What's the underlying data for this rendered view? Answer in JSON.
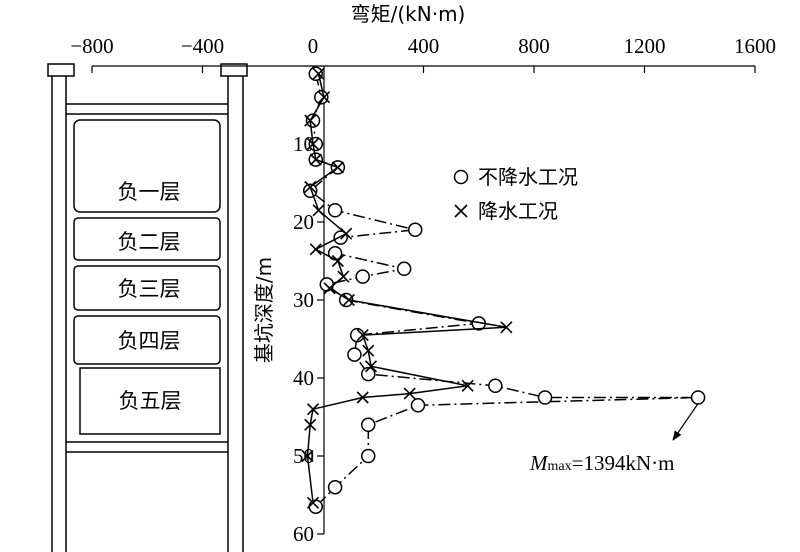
{
  "chart_data": {
    "type": "line",
    "title": "",
    "xlabel": "弯矩/(kN·m)",
    "ylabel": "基坑深度/m",
    "xlim": [
      -800,
      1600
    ],
    "ylim": [
      0,
      60
    ],
    "x_ticks": [
      -800,
      -400,
      0,
      400,
      800,
      1200,
      1600
    ],
    "y_ticks": [
      10,
      20,
      30,
      40,
      50,
      60
    ],
    "x_ticks_text": [
      "−800",
      "−400",
      "0",
      "400",
      "800",
      "1200",
      "1600"
    ],
    "legend_position": "top-right",
    "series": [
      {
        "name": "不降水工况",
        "marker": "circle",
        "line_style": "dash-dot",
        "points": [
          [
            10,
            1
          ],
          [
            30,
            4
          ],
          [
            0,
            7
          ],
          [
            10,
            10
          ],
          [
            10,
            12
          ],
          [
            90,
            13
          ],
          [
            -10,
            16
          ],
          [
            80,
            18.5
          ],
          [
            370,
            21
          ],
          [
            100,
            22
          ],
          [
            80,
            24
          ],
          [
            330,
            26
          ],
          [
            180,
            27
          ],
          [
            50,
            28
          ],
          [
            120,
            30
          ],
          [
            600,
            33
          ],
          [
            160,
            34.5
          ],
          [
            150,
            37
          ],
          [
            200,
            39.5
          ],
          [
            660,
            41
          ],
          [
            840,
            42.5
          ],
          [
            1394,
            42.5
          ],
          [
            380,
            43.5
          ],
          [
            200,
            46
          ],
          [
            200,
            50
          ],
          [
            80,
            54
          ],
          [
            10,
            56.5
          ]
        ]
      },
      {
        "name": "降水工况",
        "marker": "x",
        "line_style": "solid",
        "points": [
          [
            20,
            1
          ],
          [
            40,
            4
          ],
          [
            -10,
            7
          ],
          [
            0,
            10
          ],
          [
            10,
            12
          ],
          [
            90,
            13
          ],
          [
            -10,
            15.5
          ],
          [
            20,
            18.5
          ],
          [
            120,
            21.5
          ],
          [
            10,
            23.5
          ],
          [
            90,
            25
          ],
          [
            110,
            27
          ],
          [
            60,
            28.5
          ],
          [
            130,
            30
          ],
          [
            700,
            33.5
          ],
          [
            180,
            34.5
          ],
          [
            200,
            36.5
          ],
          [
            210,
            38.5
          ],
          [
            560,
            41
          ],
          [
            350,
            42
          ],
          [
            180,
            42.5
          ],
          [
            0,
            44
          ],
          [
            -10,
            46
          ],
          [
            -20,
            50
          ],
          [
            0,
            56
          ]
        ]
      }
    ],
    "annotations": [
      {
        "symbol": "M",
        "subscript": "max",
        "text": "=1394kN·m",
        "points_to": [
          1394,
          42.5
        ]
      }
    ]
  },
  "structure": {
    "floors": [
      "负一层",
      "负二层",
      "负三层",
      "负四层",
      "负五层"
    ]
  }
}
